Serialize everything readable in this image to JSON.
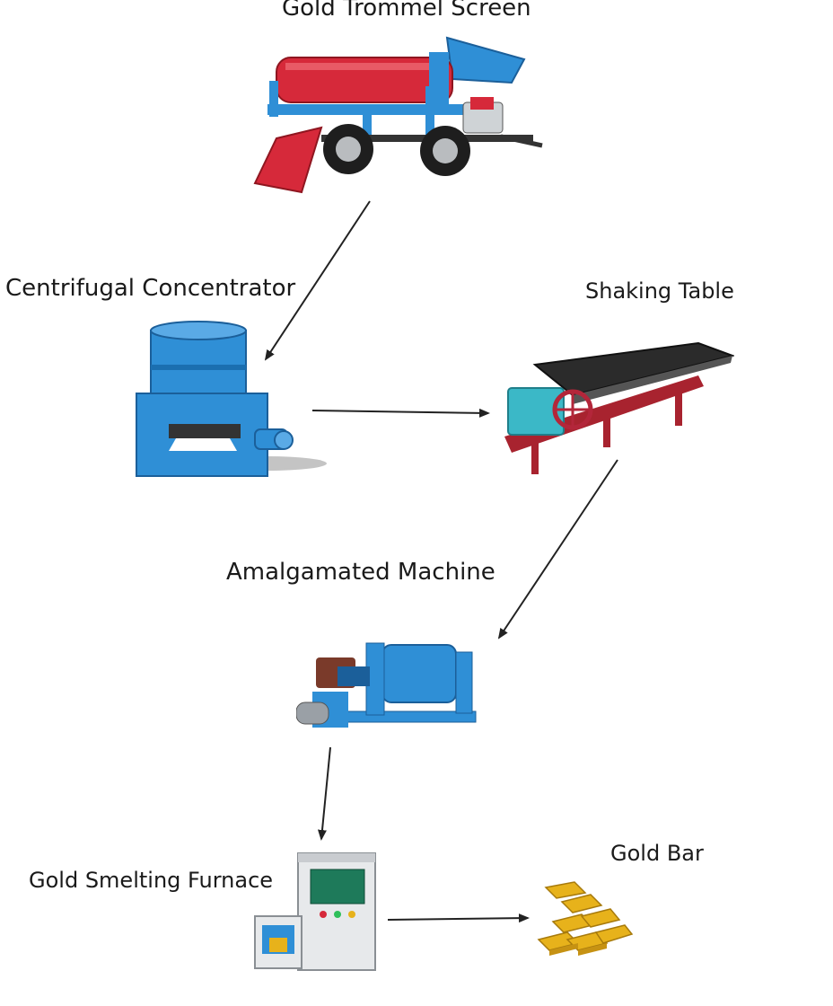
{
  "labels": {
    "trommel": "Gold Trommel Screen",
    "centrifugal": "Centrifugal Concentrator",
    "shaking": "Shaking Table",
    "amalgamated": "Amalgamated Machine",
    "furnace": "Gold Smelting Furnace",
    "goldbar": "Gold Bar"
  },
  "colors": {
    "blue": "#2f8fd6",
    "red": "#d6293a",
    "dark": "#222222",
    "gold": "#e7b21b"
  }
}
